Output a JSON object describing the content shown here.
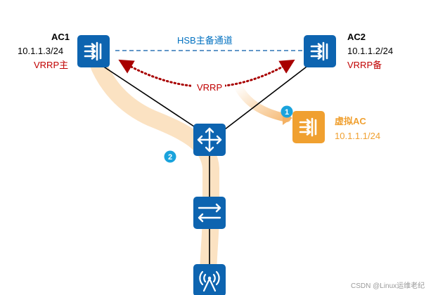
{
  "ac1": {
    "name": "AC1",
    "ip": "10.1.1.3/24",
    "role": "VRRP主"
  },
  "ac2": {
    "name": "AC2",
    "ip": "10.1.1.2/24",
    "role": "VRRP备"
  },
  "virtual_ac": {
    "name": "虚拟AC",
    "ip": "10.1.1.1/24"
  },
  "links": {
    "hsb_label": "HSB主备通道",
    "vrrp_label": "VRRP"
  },
  "badges": {
    "step1": "1",
    "step2": "2"
  },
  "footer": {
    "watermark": "CSDN @Linux运维老纪"
  },
  "colors": {
    "device_blue": "#0d64b0",
    "virtual_ac_orange": "#f0a030",
    "path_highlight": "#fbe2c2",
    "vrrp_red": "#a80000",
    "hsb_blue": "#2e75b6",
    "badge_blue": "#1aa3dc"
  },
  "icons": {
    "ac1": "ac-controller-icon",
    "ac2": "ac-controller-icon",
    "virtual_ac": "ac-controller-icon",
    "router": "router-icon",
    "switch": "switch-icon",
    "ap": "wireless-ap-icon"
  }
}
